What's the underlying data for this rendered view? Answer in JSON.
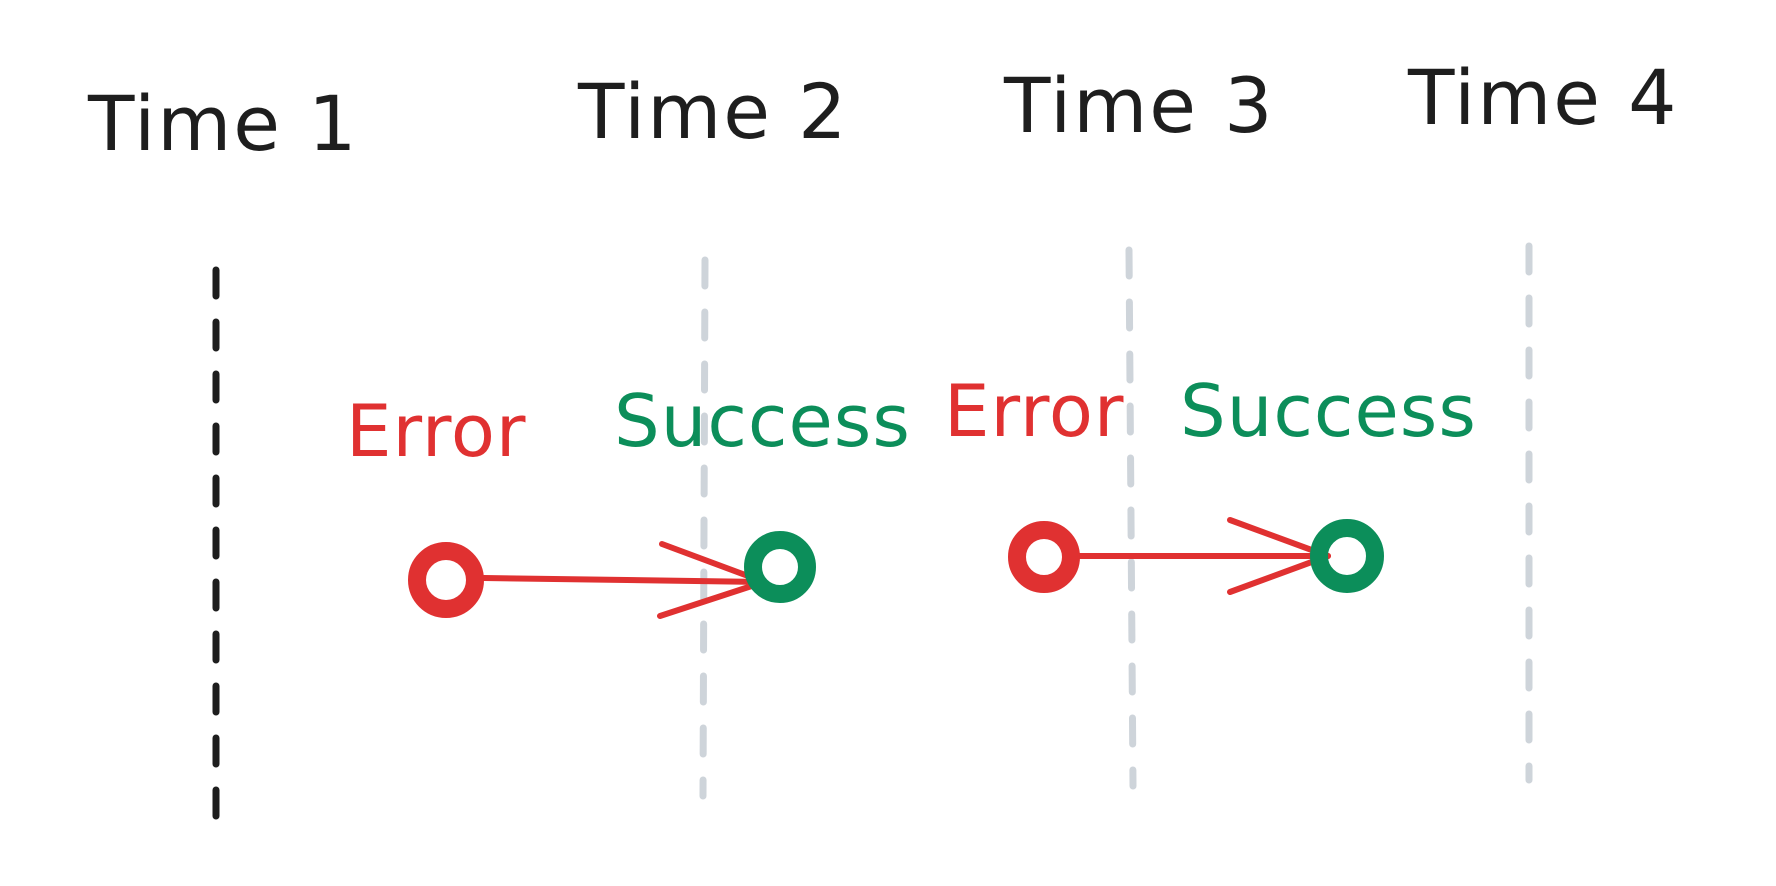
{
  "timeline": {
    "labels": [
      "Time 1",
      "Time 2",
      "Time 3",
      "Time 4"
    ],
    "current_index": 0
  },
  "transitions": [
    {
      "from_label": "Error",
      "to_label": "Success"
    },
    {
      "from_label": "Error",
      "to_label": "Success"
    }
  ],
  "colors": {
    "ink": "#1e1e1e",
    "muted_line": "#ced4da",
    "error": "#e03131",
    "success": "#0c8e5a",
    "background": "#ffffff"
  }
}
